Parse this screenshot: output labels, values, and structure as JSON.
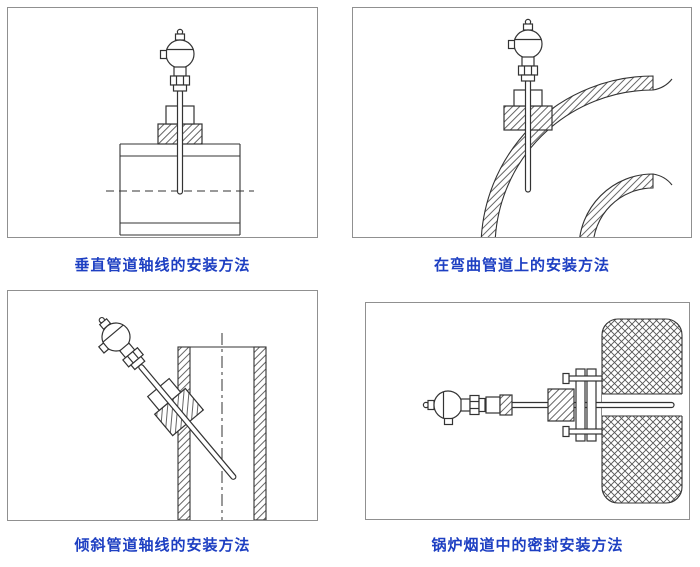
{
  "panels": [
    {
      "caption": "垂直管道轴线的安装方法"
    },
    {
      "caption": "在弯曲管道上的安装方法"
    },
    {
      "caption": "倾斜管道轴线的安装方法"
    },
    {
      "caption": "锅炉烟道中的密封安装方法"
    }
  ],
  "colors": {
    "caption_text": "#1d3fc2",
    "drawing_line": "#333333",
    "panel_border": "#909090",
    "background": "#ffffff"
  }
}
